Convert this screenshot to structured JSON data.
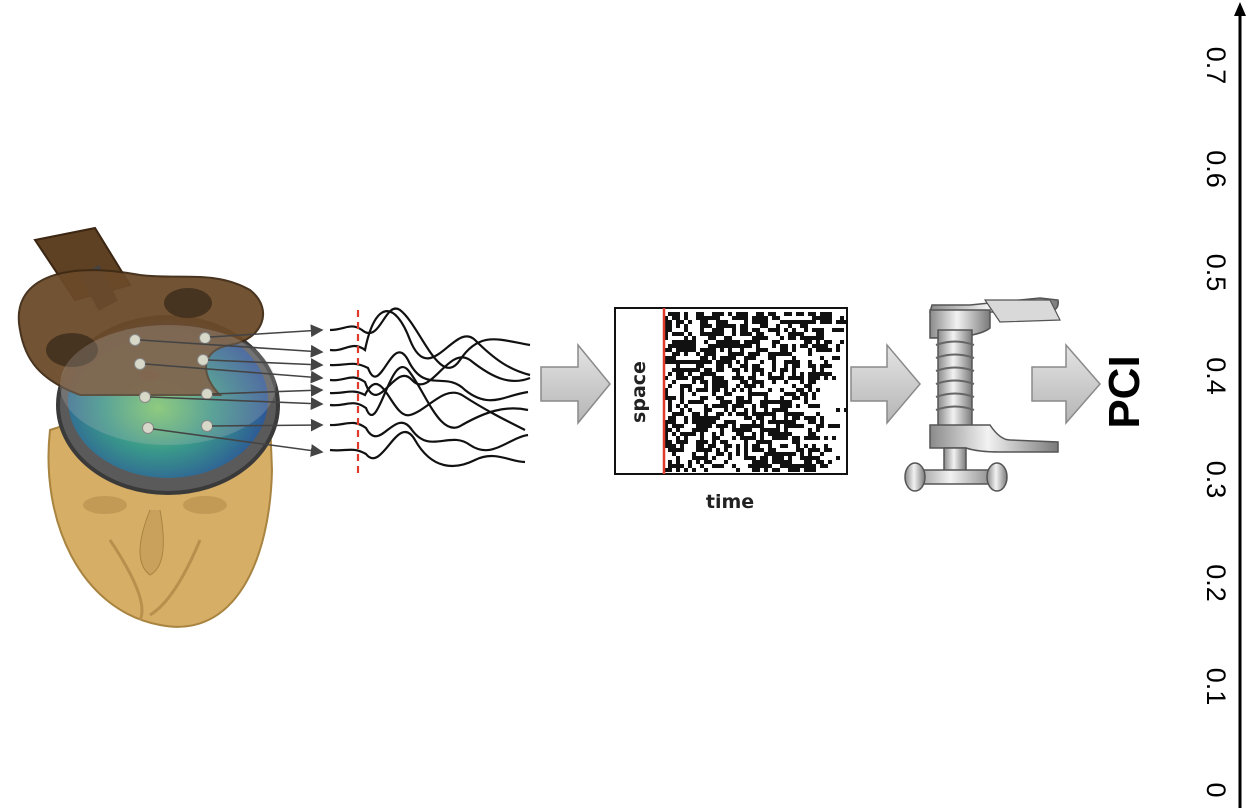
{
  "axis": {
    "ticks": [
      "0",
      "0.1",
      "0.2",
      "0.3",
      "0.4",
      "0.5",
      "0.6",
      "0.7"
    ]
  },
  "raster": {
    "space_label": "space",
    "time_label": "time"
  },
  "result_label": "PCI",
  "icons": {
    "head": "head-eeg-tms-icon",
    "clamp": "clamp-compression-icon",
    "arrow": "block-arrow-icon"
  },
  "colors": {
    "skin": "#d9b36b",
    "coil": "#6b4a2a",
    "marker": "#e03a2a",
    "arrow_fill": "#c8c8c8"
  }
}
